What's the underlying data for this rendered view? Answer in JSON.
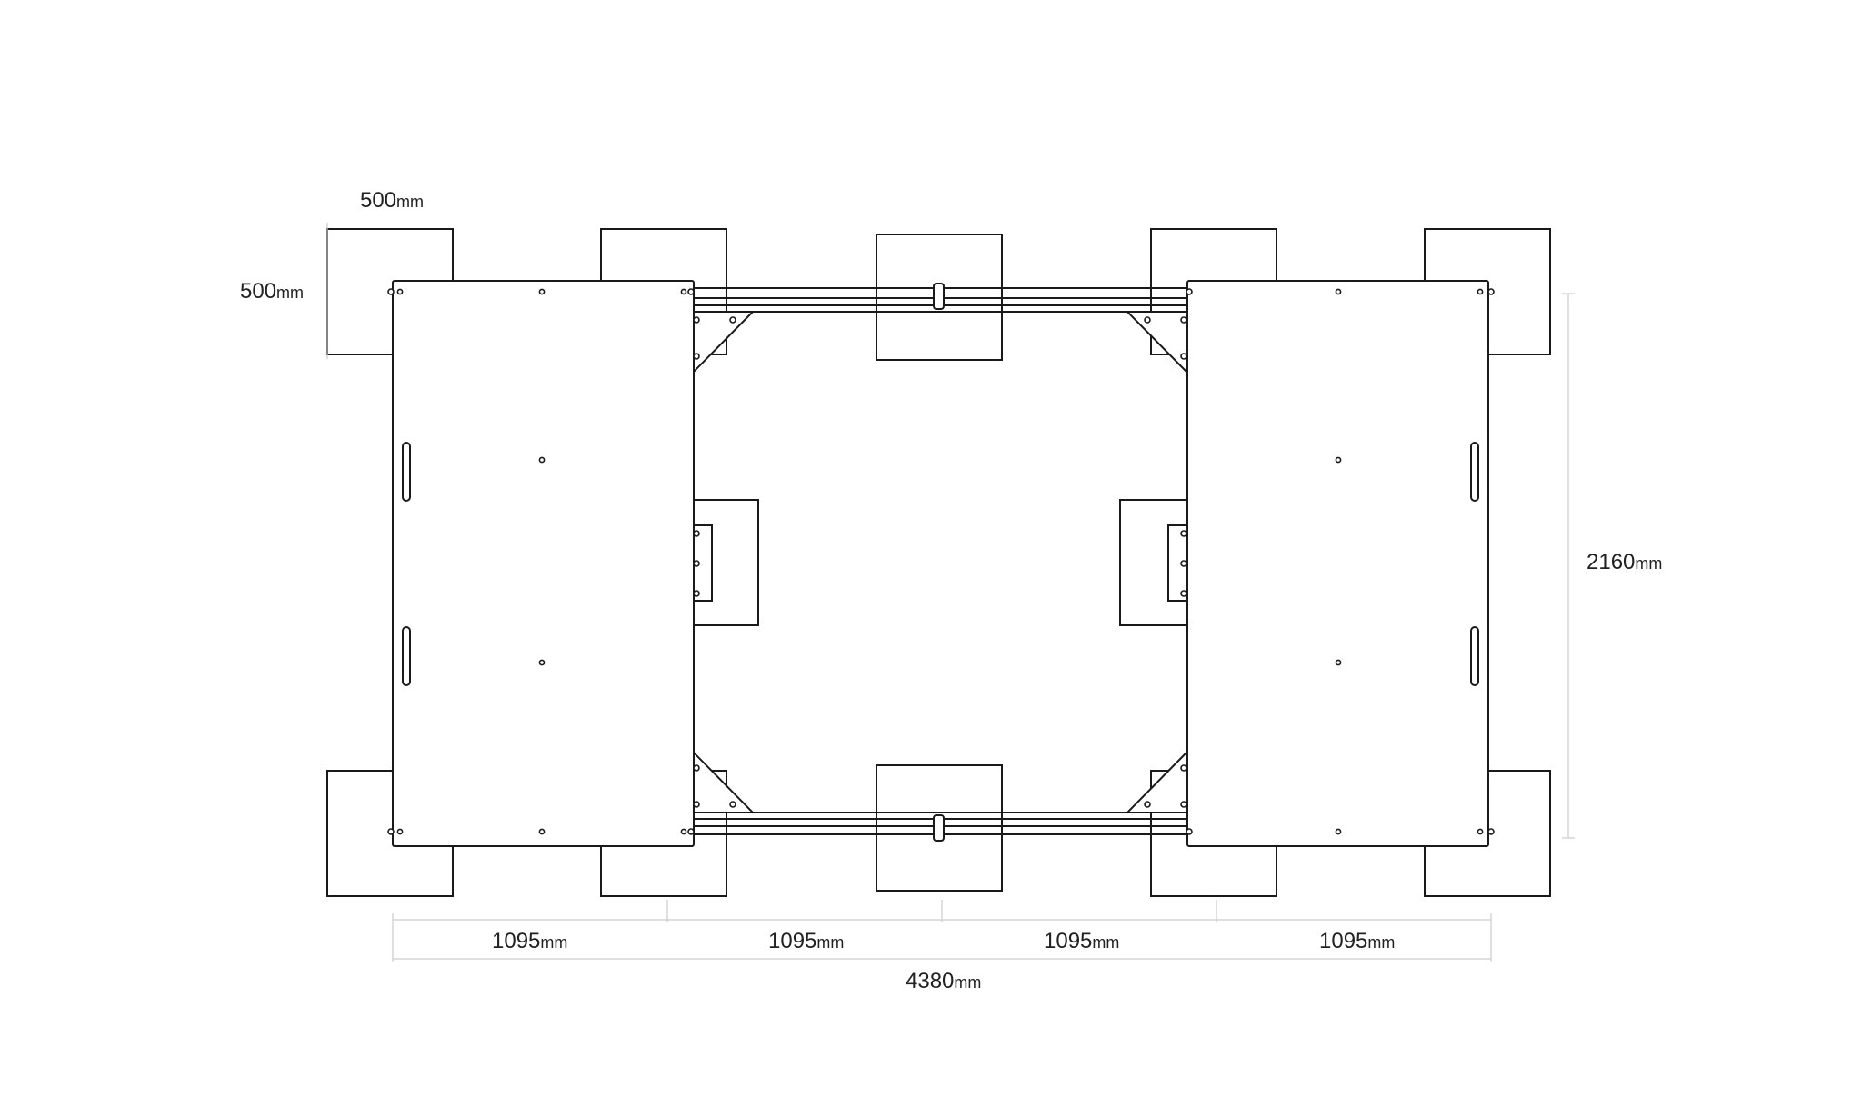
{
  "dimensions": {
    "block_width": {
      "value": "500",
      "unit": "mm"
    },
    "block_height": {
      "value": "500",
      "unit": "mm"
    },
    "overall_depth": {
      "value": "2160",
      "unit": "mm"
    },
    "span_1": {
      "value": "1095",
      "unit": "mm"
    },
    "span_2": {
      "value": "1095",
      "unit": "mm"
    },
    "span_3": {
      "value": "1095",
      "unit": "mm"
    },
    "span_4": {
      "value": "1095",
      "unit": "mm"
    },
    "overall_length": {
      "value": "4380",
      "unit": "mm"
    }
  },
  "colors": {
    "line": "#1a1a1a",
    "dimension_line": "#cccccc",
    "background": "#ffffff"
  }
}
